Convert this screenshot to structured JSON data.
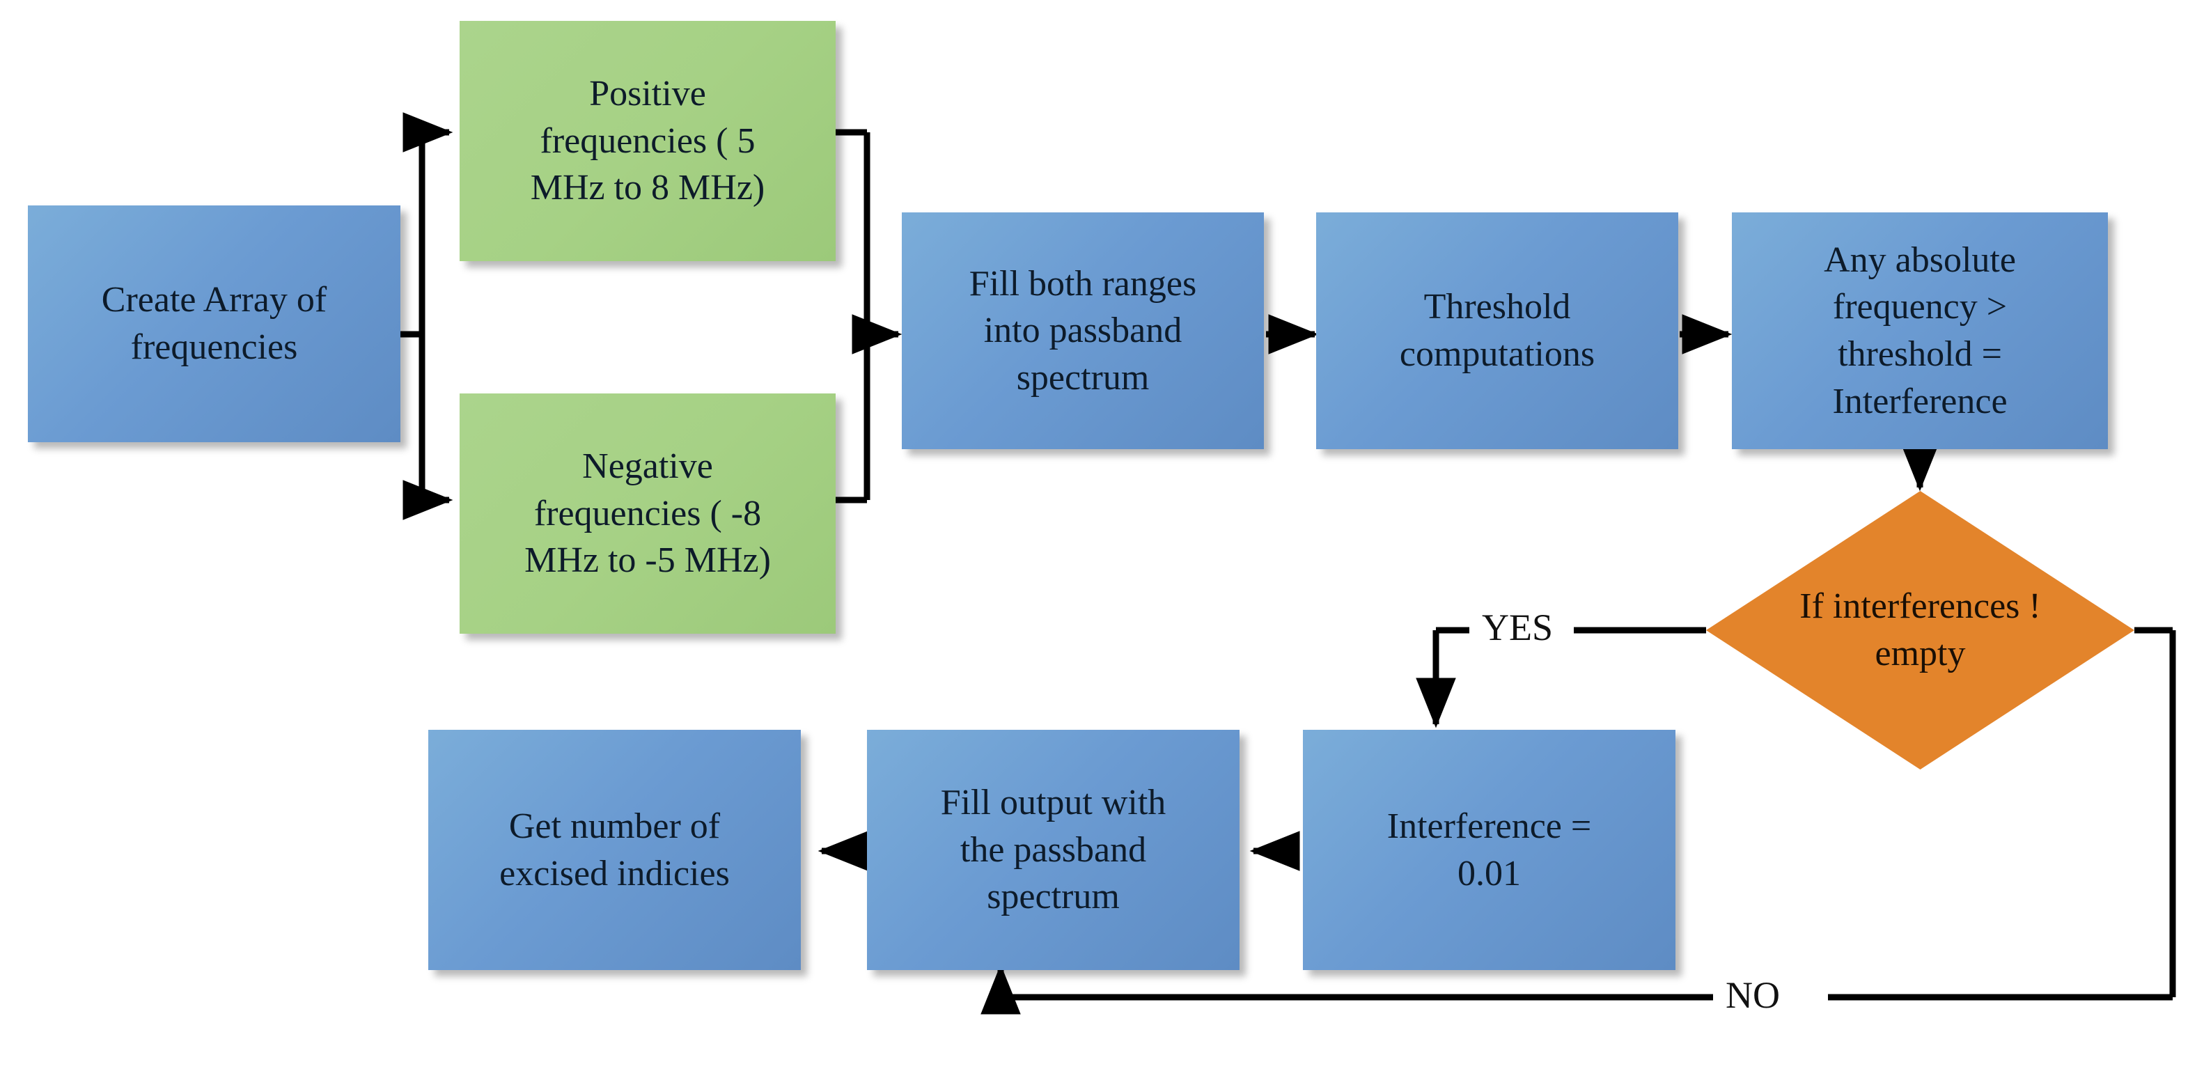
{
  "diagram": {
    "type": "flowchart",
    "title": "",
    "background": "#ffffff",
    "colors": {
      "process_fill": "#6b9bd2",
      "data_fill": "#a6d185",
      "decision_fill": "#e3842b",
      "connector": "#000000",
      "text": "#0d1b2a"
    },
    "nodes": [
      {
        "id": "create-array",
        "shape": "rectangle",
        "color": "#6b9bd2",
        "label": "Create Array of\nfrequencies"
      },
      {
        "id": "positive-frequencies",
        "shape": "rectangle",
        "color": "#a6d185",
        "label": "Positive\nfrequencies ( 5\nMHz  to 8 MHz)"
      },
      {
        "id": "negative-frequencies",
        "shape": "rectangle",
        "color": "#a6d185",
        "label": "Negative\nfrequencies ( -8\nMHz to -5 MHz)"
      },
      {
        "id": "fill-both-ranges",
        "shape": "rectangle",
        "color": "#6b9bd2",
        "label": "Fill both ranges\ninto passband\nspectrum"
      },
      {
        "id": "threshold-computations",
        "shape": "rectangle",
        "color": "#6b9bd2",
        "label": "Threshold\ncomputations"
      },
      {
        "id": "any-absolute-frequency",
        "shape": "rectangle",
        "color": "#6b9bd2",
        "label": "Any absolute\nfrequency >\nthreshold =\nInterference"
      },
      {
        "id": "if-interferences-not-empty",
        "shape": "diamond",
        "color": "#e3842b",
        "label": "If interferences !\nempty"
      },
      {
        "id": "interference-value",
        "shape": "rectangle",
        "color": "#6b9bd2",
        "label": "Interference =\n0.01"
      },
      {
        "id": "fill-output",
        "shape": "rectangle",
        "color": "#6b9bd2",
        "label": "Fill output with\nthe passband\nspectrum"
      },
      {
        "id": "get-number-excised",
        "shape": "rectangle",
        "color": "#6b9bd2",
        "label": "Get number of\nexcised indicies"
      }
    ],
    "edge_labels": {
      "yes": "YES",
      "no": "NO"
    },
    "edges": [
      {
        "from": "create-array",
        "to": "positive-frequencies",
        "label": ""
      },
      {
        "from": "create-array",
        "to": "negative-frequencies",
        "label": ""
      },
      {
        "from": "positive-frequencies",
        "to": "fill-both-ranges",
        "label": ""
      },
      {
        "from": "negative-frequencies",
        "to": "fill-both-ranges",
        "label": ""
      },
      {
        "from": "fill-both-ranges",
        "to": "threshold-computations",
        "label": ""
      },
      {
        "from": "threshold-computations",
        "to": "any-absolute-frequency",
        "label": ""
      },
      {
        "from": "any-absolute-frequency",
        "to": "if-interferences-not-empty",
        "label": ""
      },
      {
        "from": "if-interferences-not-empty",
        "to": "interference-value",
        "label": "YES"
      },
      {
        "from": "if-interferences-not-empty",
        "to": "fill-output",
        "label": "NO"
      },
      {
        "from": "interference-value",
        "to": "fill-output",
        "label": ""
      },
      {
        "from": "fill-output",
        "to": "get-number-excised",
        "label": ""
      }
    ]
  }
}
